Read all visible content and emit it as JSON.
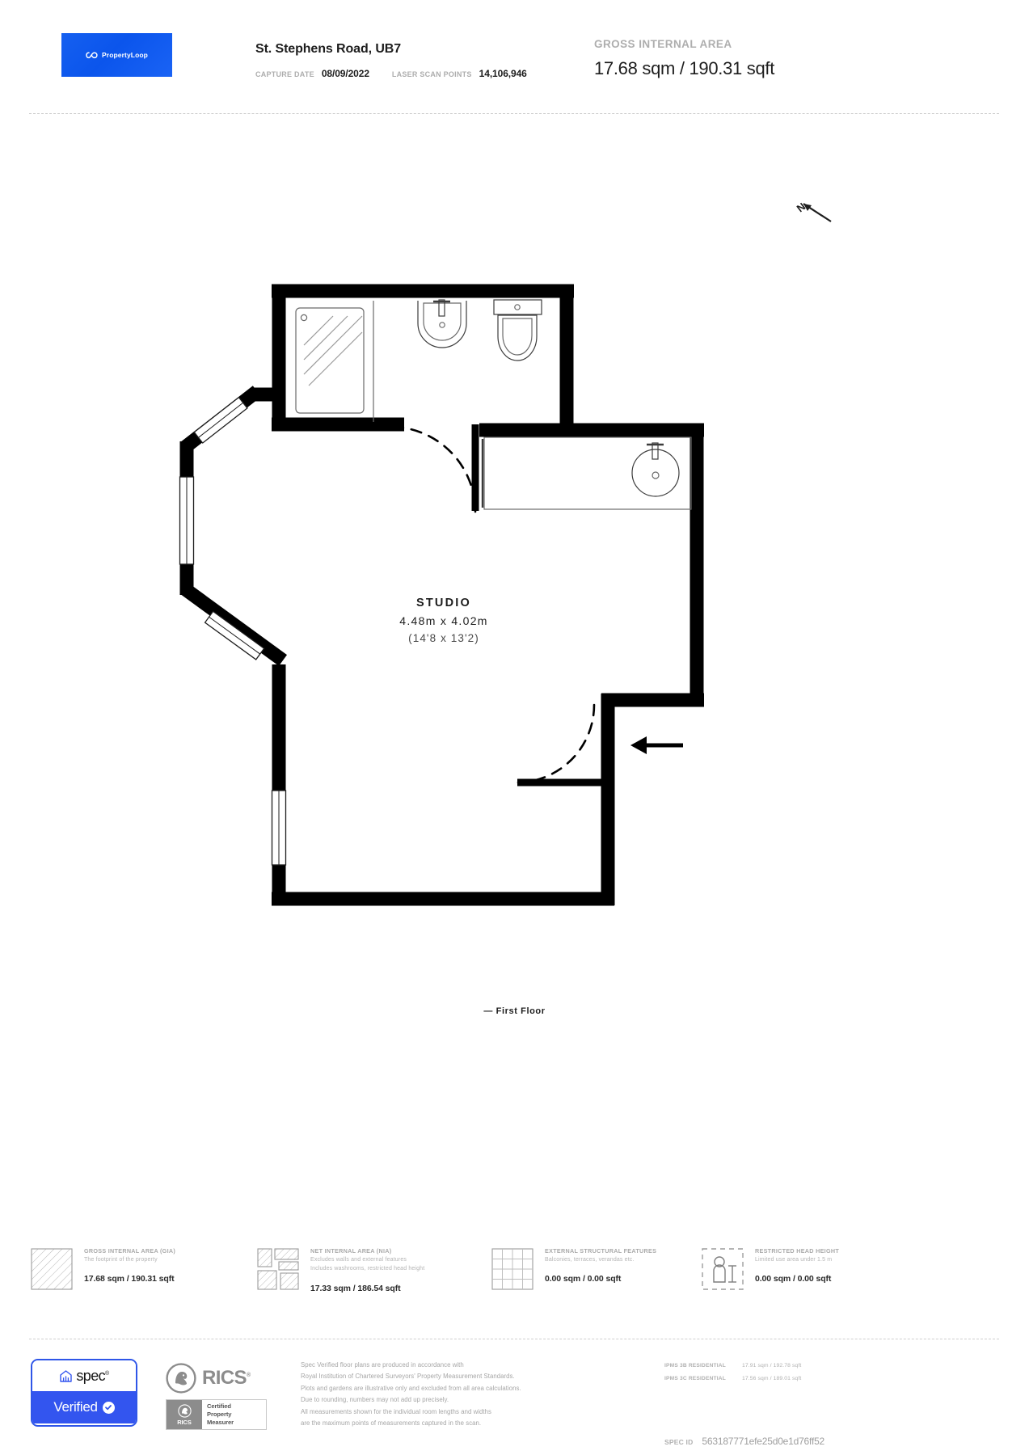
{
  "header": {
    "logo_text": "PropertyLoop",
    "logo_icon": "infinity-loop-icon",
    "address": "St. Stephens Road, UB7",
    "capture_date_label": "CAPTURE DATE",
    "capture_date_value": "08/09/2022",
    "laser_points_label": "LASER SCAN POINTS",
    "laser_points_value": "14,106,946",
    "gia_label": "GROSS INTERNAL AREA",
    "gia_value": "17.68 sqm / 190.31 sqft",
    "brand_color": "#0b55ec"
  },
  "plan": {
    "north_label": "N",
    "room": {
      "name": "STUDIO",
      "metric": "4.48m x 4.02m",
      "imperial": "(14'8 x 13'2)"
    },
    "floor_label": "— First Floor"
  },
  "legend": [
    {
      "icon": "hatched-square-icon",
      "title": "GROSS INTERNAL AREA (GIA)",
      "sub1": "The footprint of the property",
      "sub2": "",
      "value": "17.68 sqm / 190.31 sqft"
    },
    {
      "icon": "hatched-floorplan-icon",
      "title": "NET INTERNAL AREA (NIA)",
      "sub1": "Excludes walls and external features",
      "sub2": "Includes washrooms, restricted head height",
      "value": "17.33 sqm / 186.54 sqft"
    },
    {
      "icon": "grid-square-icon",
      "title": "EXTERNAL STRUCTURAL FEATURES",
      "sub1": "Balconies, terraces, verandas etc.",
      "sub2": "",
      "value": "0.00 sqm / 0.00 sqft"
    },
    {
      "icon": "person-height-icon",
      "title": "RESTRICTED HEAD HEIGHT",
      "sub1": "Limited use area under 1.5 m",
      "sub2": "",
      "value": "0.00 sqm / 0.00 sqft"
    }
  ],
  "footer": {
    "spec_badge": {
      "word": "spec",
      "registered": "®",
      "verified": "Verified",
      "home_icon": "home-icon",
      "check_icon": "check-circle-icon"
    },
    "rics": {
      "word": "RICS",
      "registered": "®",
      "lion_icon": "rics-lion-icon",
      "cert_mark": "RICS",
      "cert_line1": "Certified",
      "cert_line2": "Property",
      "cert_line3": "Measurer"
    },
    "disclaimer": [
      "Spec Verified floor plans are produced in accordance with",
      "Royal Institution of Chartered Surveyors' Property Measurement Standards.",
      "Plots and gardens are illustrative only and excluded from all area calculations.",
      "Due to rounding, numbers may not add up precisely.",
      "All measurements shown for the individual room lengths and widths",
      "are the maximum points of measurements captured in the scan."
    ],
    "ipms": [
      {
        "key": "IPMS 3B RESIDENTIAL",
        "value": "17.91 sqm / 192.78 sqft"
      },
      {
        "key": "IPMS 3C RESIDENTIAL",
        "value": "17.56 sqm / 189.01 sqft"
      }
    ],
    "spec_id_label": "SPEC ID",
    "spec_id_value": "563187771efe25d0e1d76ff52"
  }
}
